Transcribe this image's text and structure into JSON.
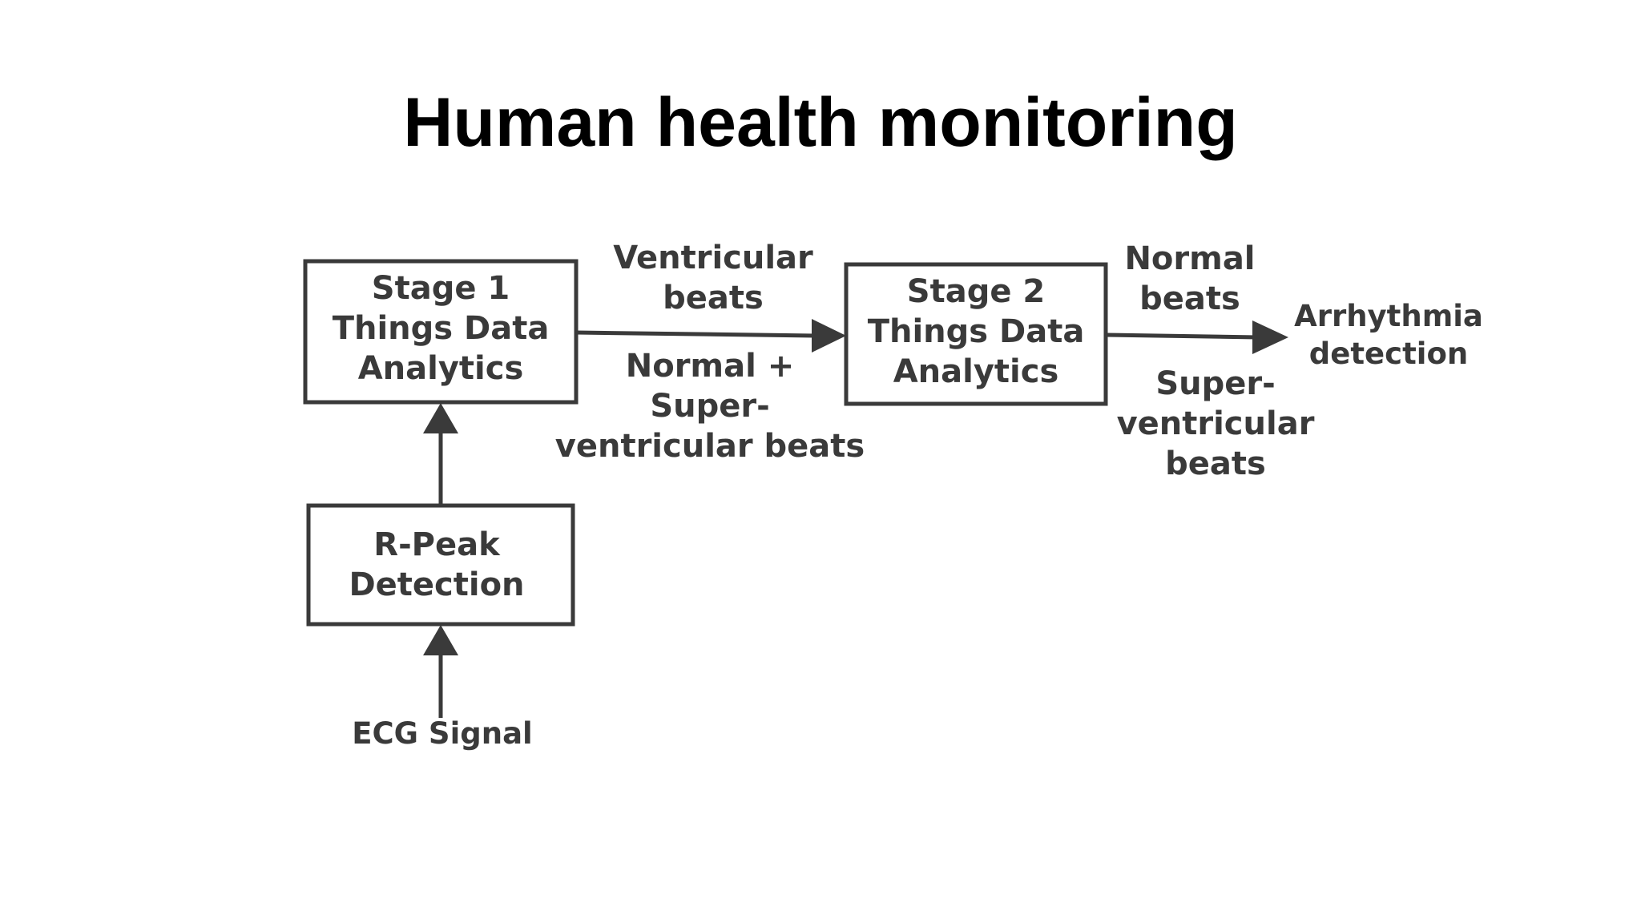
{
  "slide": {
    "title": "Human health monitoring"
  },
  "diagram": {
    "nodes": {
      "stage1": {
        "lines": [
          "Stage 1",
          "Things Data",
          "Analytics"
        ]
      },
      "stage2": {
        "lines": [
          "Stage 2",
          "Things Data",
          "Analytics"
        ]
      },
      "rpeak": {
        "lines": [
          "R-Peak",
          "Detection"
        ]
      }
    },
    "labels": {
      "ecg_signal": "ECG Signal",
      "ventricular_beats": [
        "Ventricular",
        "beats"
      ],
      "normal_super_beats": [
        "Normal +",
        "Super-",
        "ventricular beats"
      ],
      "normal_beats": [
        "Normal",
        "beats"
      ],
      "super_ventricular_beats": [
        "Super-",
        "ventricular",
        "beats"
      ],
      "arrhythmia_detection": [
        "Arrhythmia",
        "detection"
      ]
    },
    "colors": {
      "stroke": "#3a3a3a",
      "text": "#3a3a3a",
      "title": "#000000",
      "background": "#ffffff"
    }
  }
}
